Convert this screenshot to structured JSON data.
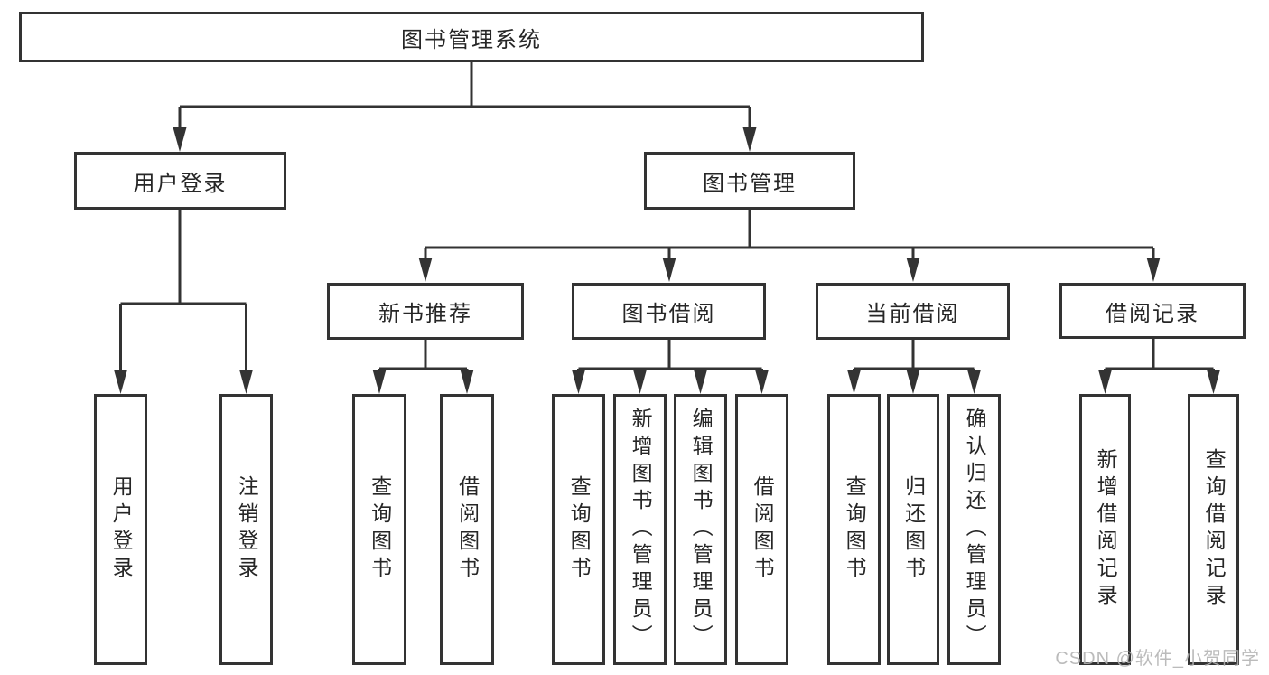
{
  "colors": {
    "line": "#333333",
    "box_border": "#333333",
    "text": "#262626",
    "background": "#ffffff",
    "watermark": "#b2b2b2"
  },
  "watermark": "CSDN @软件_小贺同学",
  "tree": {
    "root": "图书管理系统",
    "level2": [
      "用户登录",
      "图书管理"
    ],
    "level3": [
      "新书推荐",
      "图书借阅",
      "当前借阅",
      "借阅记录"
    ],
    "leaves": {
      "user_login": [
        "用户登录",
        "注销登录"
      ],
      "new_book": [
        "查询图书",
        "借阅图书"
      ],
      "book_borrow": [
        "查询图书",
        "新增图书（管理员）",
        "编辑图书（管理员）",
        "借阅图书"
      ],
      "current_borrow": [
        "查询图书",
        "归还图书",
        "确认归还（管理员）"
      ],
      "borrow_record": [
        "新增借阅记录",
        "查询借阅记录"
      ]
    }
  }
}
